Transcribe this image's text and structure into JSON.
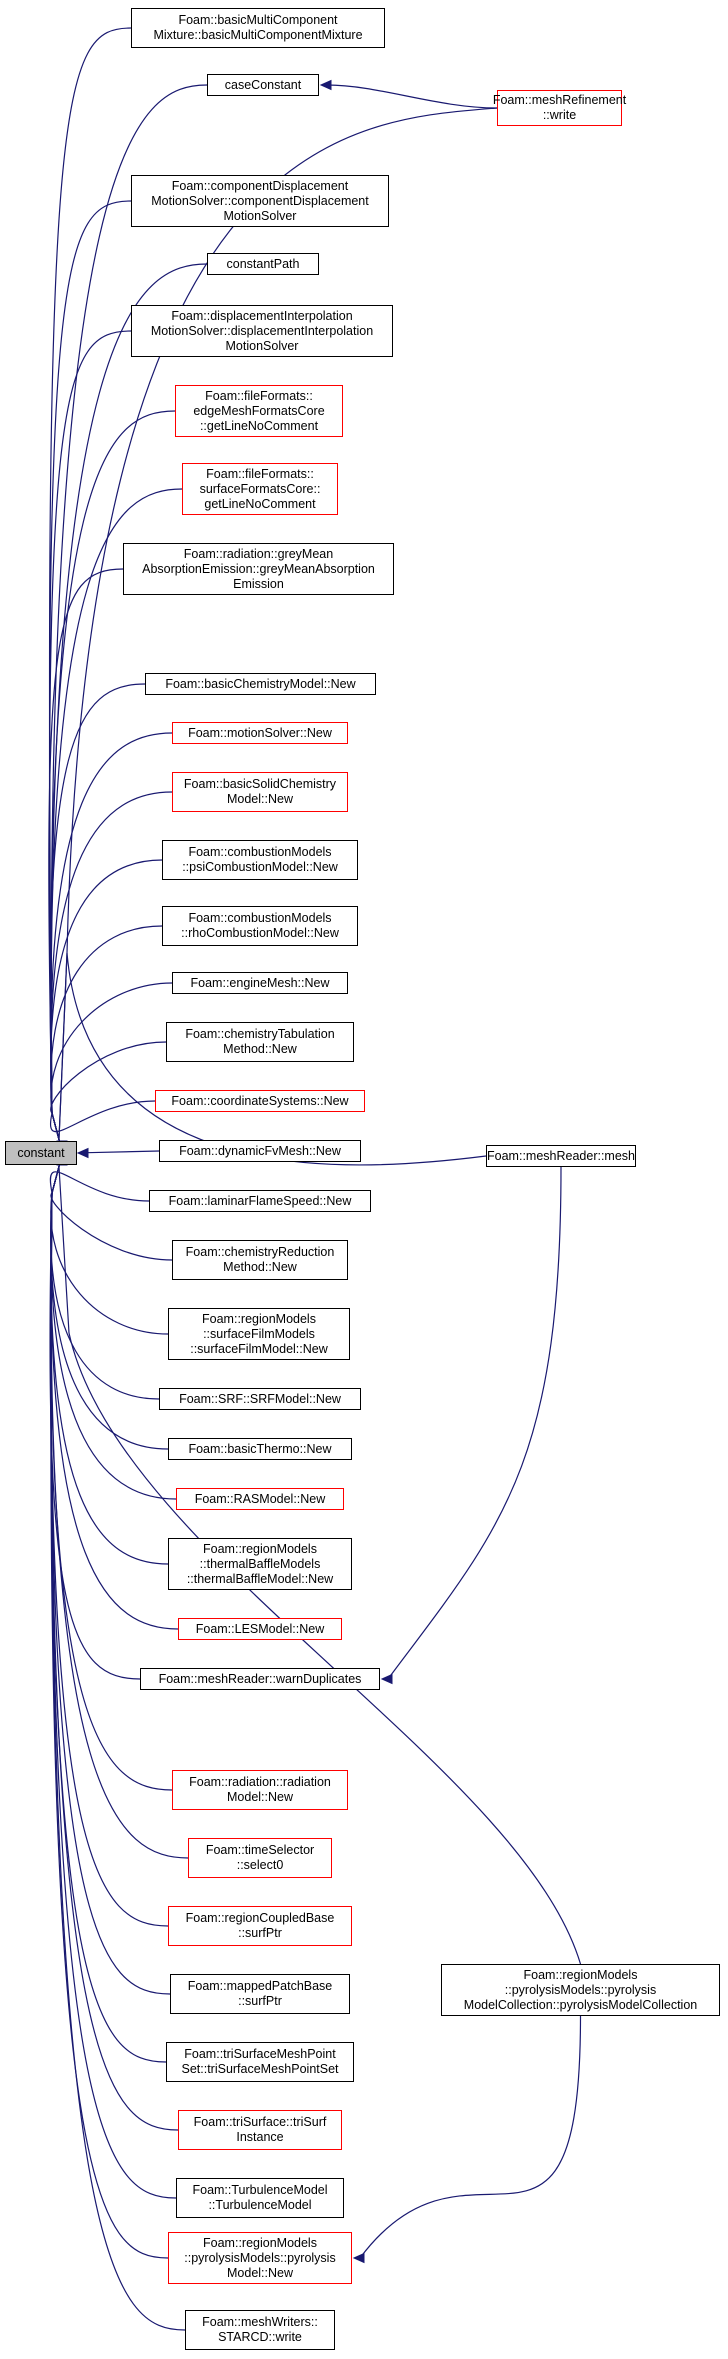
{
  "graph": {
    "root": "constant",
    "colors": {
      "edge": "#191970",
      "node_border": "#000000",
      "incomplete_border": "#ff0000",
      "root_fill": "#bfbfbf"
    },
    "callers": [
      {
        "label": "Foam::basicMultiComponent\nMixture::basicMultiComponentMixture",
        "border": "black"
      },
      {
        "label": "caseConstant",
        "border": "black"
      },
      {
        "label": "Foam::componentDisplacement\nMotionSolver::componentDisplacement\nMotionSolver",
        "border": "black"
      },
      {
        "label": "constantPath",
        "border": "black"
      },
      {
        "label": "Foam::displacementInterpolation\nMotionSolver::displacementInterpolation\nMotionSolver",
        "border": "black"
      },
      {
        "label": "Foam::fileFormats::\nedgeMeshFormatsCore\n::getLineNoComment",
        "border": "red"
      },
      {
        "label": "Foam::fileFormats::\nsurfaceFormatsCore::\ngetLineNoComment",
        "border": "red"
      },
      {
        "label": "Foam::radiation::greyMean\nAbsorptionEmission::greyMeanAbsorption\nEmission",
        "border": "black"
      },
      {
        "label": "Foam::basicChemistryModel::New",
        "border": "black"
      },
      {
        "label": "Foam::motionSolver::New",
        "border": "red"
      },
      {
        "label": "Foam::basicSolidChemistry\nModel::New",
        "border": "red"
      },
      {
        "label": "Foam::combustionModels\n::psiCombustionModel::New",
        "border": "black"
      },
      {
        "label": "Foam::combustionModels\n::rhoCombustionModel::New",
        "border": "black"
      },
      {
        "label": "Foam::engineMesh::New",
        "border": "black"
      },
      {
        "label": "Foam::chemistryTabulation\nMethod::New",
        "border": "black"
      },
      {
        "label": "Foam::coordinateSystems::New",
        "border": "red"
      },
      {
        "label": "Foam::dynamicFvMesh::New",
        "border": "black"
      },
      {
        "label": "Foam::laminarFlameSpeed::New",
        "border": "black"
      },
      {
        "label": "Foam::chemistryReduction\nMethod::New",
        "border": "black"
      },
      {
        "label": "Foam::regionModels\n::surfaceFilmModels\n::surfaceFilmModel::New",
        "border": "black"
      },
      {
        "label": "Foam::SRF::SRFModel::New",
        "border": "black"
      },
      {
        "label": "Foam::basicThermo::New",
        "border": "black"
      },
      {
        "label": "Foam::RASModel::New",
        "border": "red"
      },
      {
        "label": "Foam::regionModels\n::thermalBaffleModels\n::thermalBaffleModel::New",
        "border": "black"
      },
      {
        "label": "Foam::LESModel::New",
        "border": "red"
      },
      {
        "label": "Foam::meshReader::warnDuplicates",
        "border": "black"
      },
      {
        "label": "Foam::radiation::radiation\nModel::New",
        "border": "red"
      },
      {
        "label": "Foam::timeSelector\n::select0",
        "border": "red"
      },
      {
        "label": "Foam::regionCoupledBase\n::surfPtr",
        "border": "red"
      },
      {
        "label": "Foam::mappedPatchBase\n::surfPtr",
        "border": "black"
      },
      {
        "label": "Foam::triSurfaceMeshPoint\nSet::triSurfaceMeshPointSet",
        "border": "black"
      },
      {
        "label": "Foam::triSurface::triSurf\nInstance",
        "border": "red"
      },
      {
        "label": "Foam::TurbulenceModel\n::TurbulenceModel",
        "border": "black"
      },
      {
        "label": "Foam::regionModels\n::pyrolysisModels::pyrolysis\nModel::New",
        "border": "red"
      },
      {
        "label": "Foam::meshWriters::\nSTARCD::write",
        "border": "black"
      }
    ],
    "second_level": [
      {
        "label": "Foam::meshRefinement\n::write",
        "border": "red"
      },
      {
        "label": "Foam::meshReader::mesh",
        "border": "black"
      },
      {
        "label": "Foam::regionModels\n::pyrolysisModels::pyrolysis\nModelCollection::pyrolysisModelCollection",
        "border": "black"
      }
    ],
    "second_level_links": [
      {
        "from": "Foam::meshRefinement\n::write",
        "to": "caseConstant"
      },
      {
        "from": "Foam::meshRefinement\n::write",
        "to": "constant"
      },
      {
        "from": "Foam::meshReader::mesh",
        "to": "Foam::meshReader::warnDuplicates"
      },
      {
        "from": "Foam::meshReader::mesh",
        "to": "constant"
      },
      {
        "from": "Foam::regionModels\n::pyrolysisModels::pyrolysis\nModelCollection::pyrolysisModelCollection",
        "to": "Foam::regionModels\n::pyrolysisModels::pyrolysis\nModel::New"
      },
      {
        "from": "Foam::regionModels\n::pyrolysisModels::pyrolysis\nModelCollection::pyrolysisModelCollection",
        "to": "constant"
      }
    ]
  }
}
